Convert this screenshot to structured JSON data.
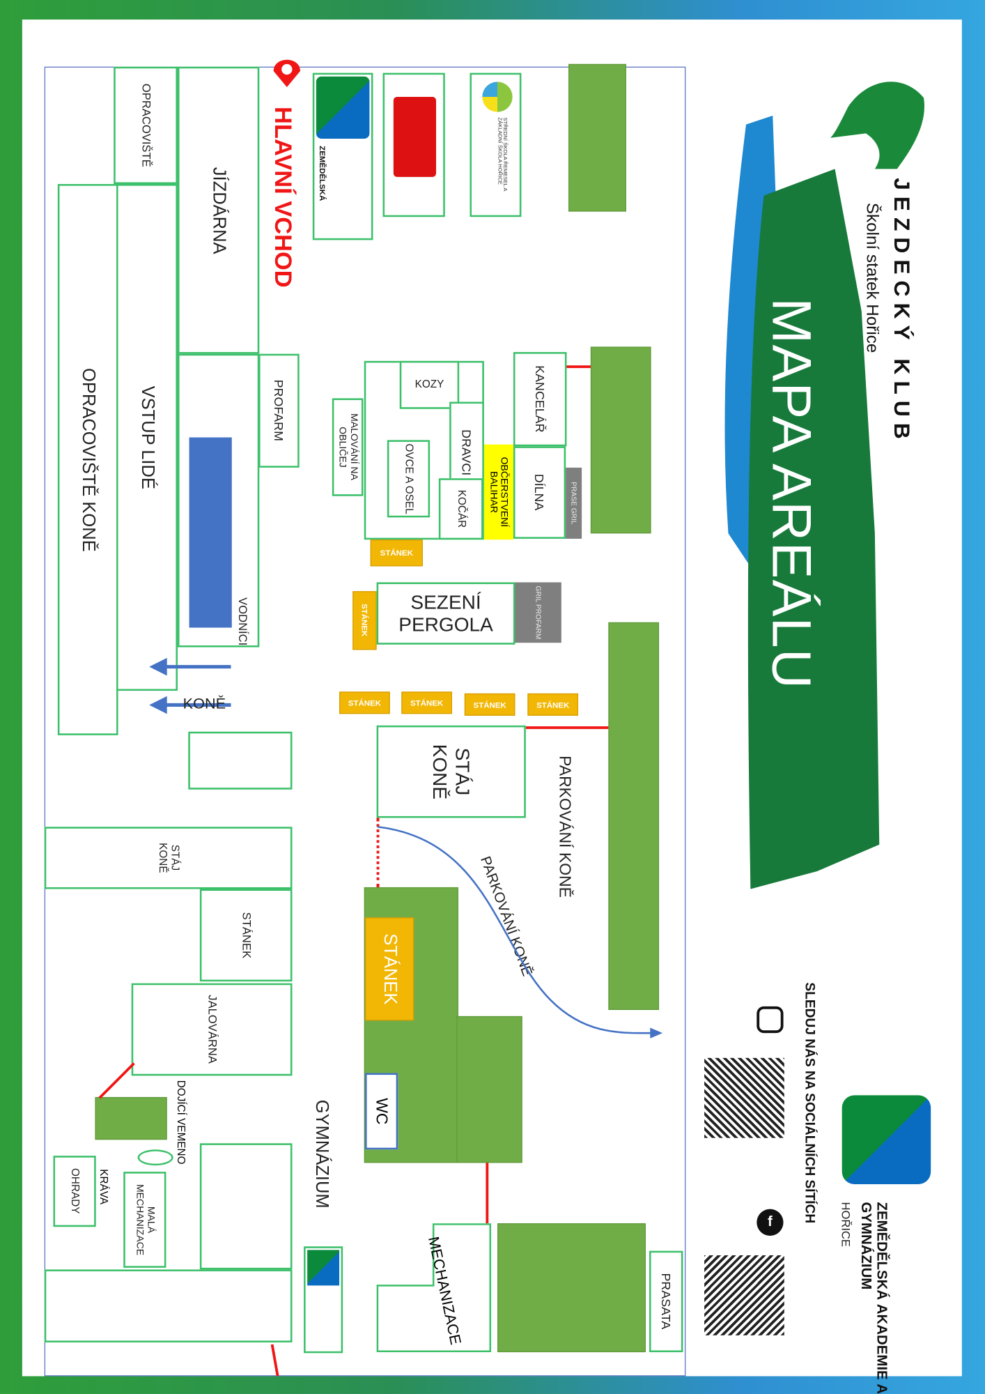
{
  "header": {
    "title": "MAPA AREÁLU",
    "club": "JEZDECKÝ KLUB",
    "subtitle": "Školní statek Hořice"
  },
  "entrance": "HLAVNÍ VCHOD",
  "school_logo": {
    "line1": "ZEMĚDĚLSKÁ",
    "line2": "AKADEMIE",
    "line3": "A GYMNÁZIUM",
    "city": "HOŘICE"
  },
  "partner_logo": "STŘEDNÍ ŠKOLA ŘEMESEL A ZÁKLADNÍ ŠKOLA HOŘICE",
  "places": {
    "opracoviste": "OPRACOVIŠTĚ",
    "jizdarna": "JÍZDÁRNA",
    "vstup_lide": "VSTUP LIDÉ",
    "opracoviste_kone": "OPRACOVIŠTĚ KONĚ",
    "vodnici": "VODNÍCI",
    "profarm": "PROFARM",
    "kozy": "KOZY",
    "dravci": "DRAVCI",
    "ovce": "OVCE A OSEL",
    "kocar": "KOČÁR",
    "malovani": "MALOVÁNÍ NA OBLIČEJ",
    "obcerstveni": "OBČERSTVENÍ BALIHAR",
    "kancelar": "KANCELÁŘ",
    "dilna": "DÍLNA",
    "prase_gril": "PRASE GRIL",
    "stanek": "STÁNEK",
    "pergola": "SEZENÍ PERGOLA",
    "gril_profarm": "GRIL PROFARM",
    "kone": "KONĚ",
    "staj_kone": "STÁJ KONĚ",
    "parkovani_kone": "PARKOVÁNÍ KONĚ",
    "jalovarna": "JALOVÁRNA",
    "dojici_vemeno": "DOJÍCÍ VEMENO",
    "mala_mechanizace": "MALÁ MECHANIZACE",
    "krava": "KRÁVA",
    "ohrady": "OHRADY",
    "gymnazium": "GYMNÁZIUM",
    "wc": "WC",
    "mechanizace": "MECHANIZACE",
    "prasata": "PRASATA"
  },
  "social": {
    "heading": "SLEDUJ NÁS NA SOCIÁLNÍCH SÍTÍCH"
  },
  "colors": {
    "green": "#70ad47",
    "orange": "#f2b705",
    "yellow": "#ffff00",
    "gray": "#7f7f7f",
    "red": "#f01616",
    "blue": "#4472c4"
  }
}
